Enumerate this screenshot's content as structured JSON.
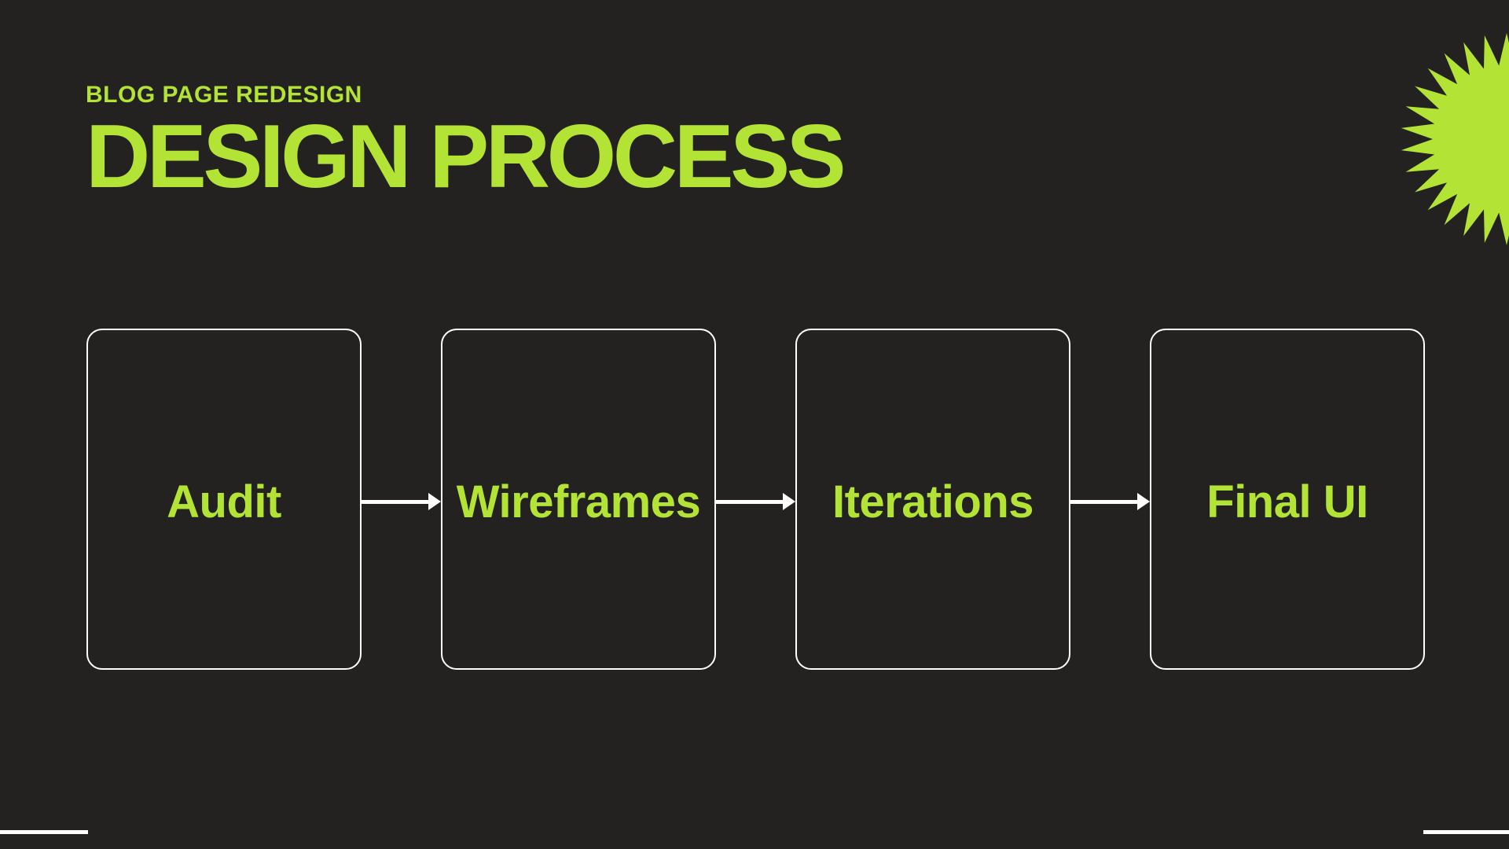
{
  "colors": {
    "background": "#232221",
    "accent": "#b2e335",
    "line": "#ffffff"
  },
  "header": {
    "eyebrow": "BLOG PAGE REDESIGN",
    "title": "DESIGN PROCESS"
  },
  "flow": {
    "stages": [
      {
        "label": "Audit"
      },
      {
        "label": "Wireframes"
      },
      {
        "label": "Iterations"
      },
      {
        "label": "Final UI"
      }
    ]
  },
  "icons": {
    "starburst": "starburst-icon",
    "arrowheads": "arrow-right-icon"
  }
}
